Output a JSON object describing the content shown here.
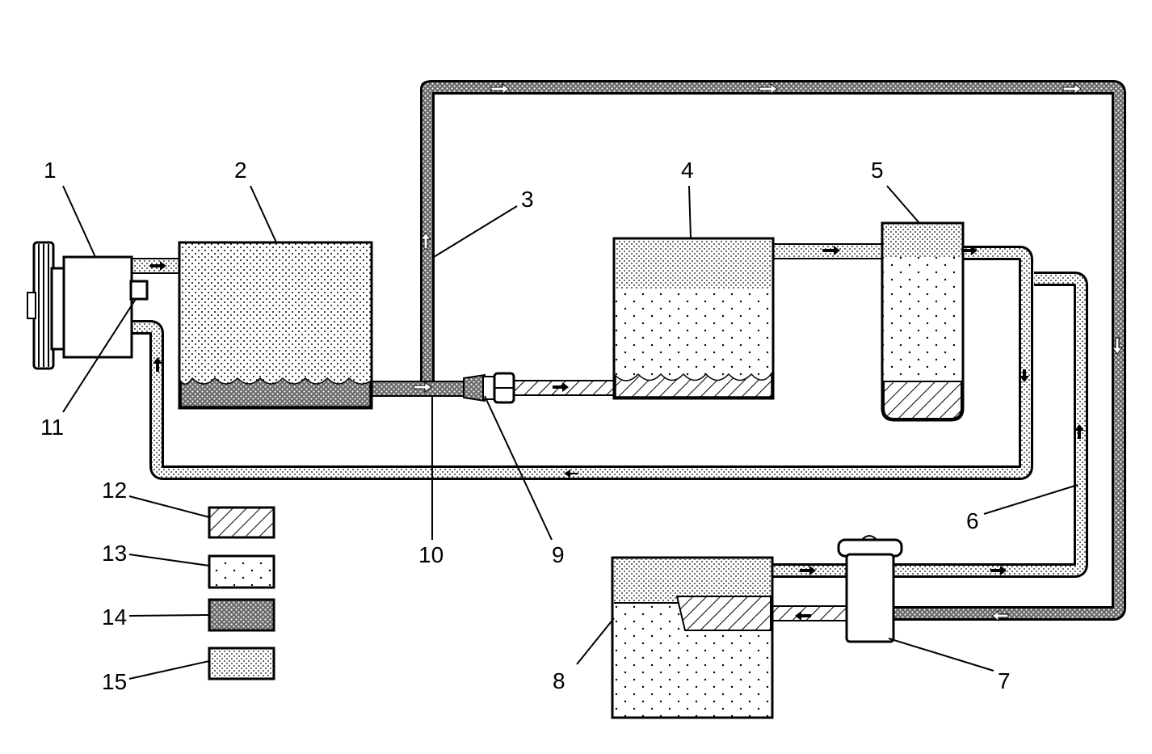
{
  "labels": {
    "n1": "1",
    "n2": "2",
    "n3": "3",
    "n4": "4",
    "n5": "5",
    "n6": "6",
    "n7": "7",
    "n8": "8",
    "n9": "9",
    "n10": "10",
    "n11": "11",
    "n12": "12",
    "n13": "13",
    "n14": "14",
    "n15": "15"
  },
  "legend": [
    {
      "number": "12",
      "pattern": "hatch-diagonal"
    },
    {
      "number": "13",
      "pattern": "sparse-dots"
    },
    {
      "number": "14",
      "pattern": "dense-crosshatch"
    },
    {
      "number": "15",
      "pattern": "fine-dots"
    }
  ],
  "colors": {
    "ink": "#000000",
    "paper": "#ffffff"
  }
}
